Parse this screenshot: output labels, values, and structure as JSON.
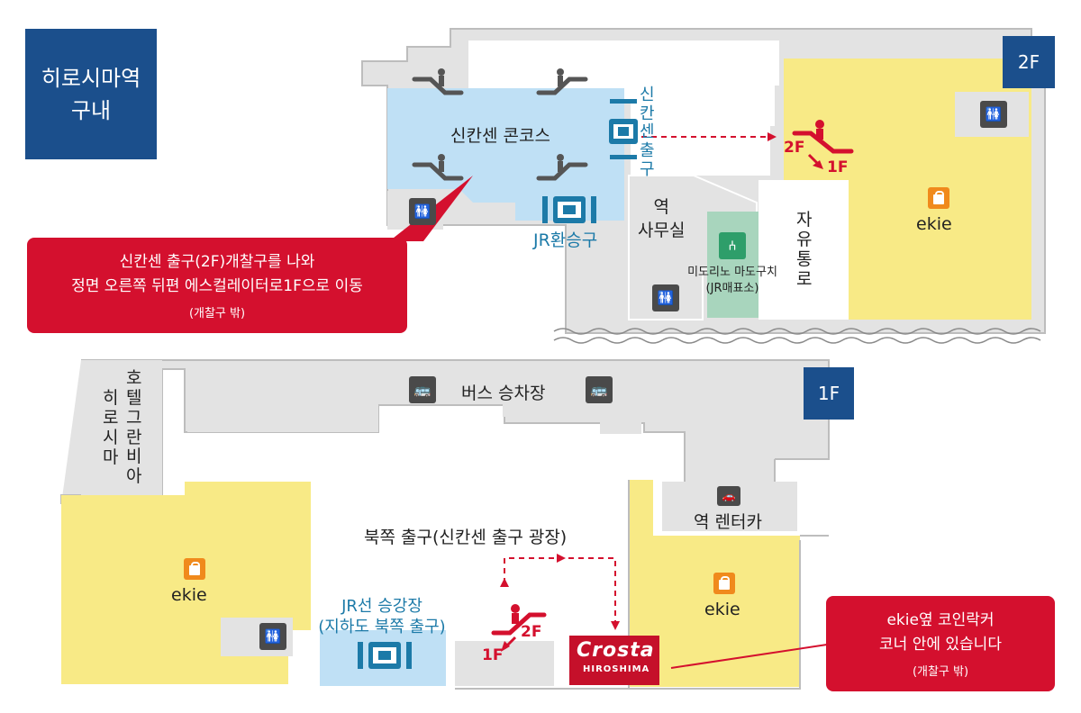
{
  "title": {
    "line1": "히로시마역",
    "line2": "구내"
  },
  "floor_2f": "2F",
  "floor_1f": "1F",
  "upper": {
    "shinkansen_concourse": "신칸센 콘코스",
    "shinkansen_exit_vertical": [
      "신",
      "칸",
      "센",
      "출",
      "구"
    ],
    "jr_transfer": "JR환승구",
    "station_office": [
      "역",
      "사무실"
    ],
    "free_passage_vertical": [
      "자",
      "유",
      "통",
      "로"
    ],
    "midori_window": [
      "미도리노 마도구치",
      "(JR매표소)"
    ],
    "ekie": "ekie",
    "esc_from": "2F",
    "esc_to": "1F"
  },
  "lower": {
    "bus_terminal": "버스 승차장",
    "hotel_vertical_left": [
      "히",
      "로",
      "시",
      "마"
    ],
    "hotel_vertical_right": [
      "호",
      "텔",
      "그",
      "란",
      "비",
      "아"
    ],
    "rent_a_car": "역 렌터카",
    "north_exit": "북쪽 출구(신칸센 출구 광장)",
    "jr_platform": [
      "JR선 승강장",
      "(지하도 북쪽 출구)"
    ],
    "ekie_left": "ekie",
    "ekie_right": "ekie",
    "esc_up": "2F",
    "esc_down": "1F",
    "crosta_logo": "Crosta",
    "crosta_sub": "HIROSHIMA"
  },
  "callout_top": {
    "line1": "신칸센 출구(2F)개찰구를 나와",
    "line2": "정면 오른쪽 뒤편 에스컬레이터로1F으로 이동",
    "note": "(개찰구 밖)"
  },
  "callout_bottom": {
    "line1": "ekie옆 코인락커",
    "line2": "코너 안에 있습니다",
    "note": "(개찰구 밖)"
  },
  "colors": {
    "floor_badge": "#1b4f8c",
    "callout": "#d4102e",
    "concourse": "#bfe0f5",
    "ekie": "#f8ea86",
    "corridor": "#e3e3e3",
    "midori": "#a8d5bd",
    "jr_text": "#1c7aa8"
  }
}
